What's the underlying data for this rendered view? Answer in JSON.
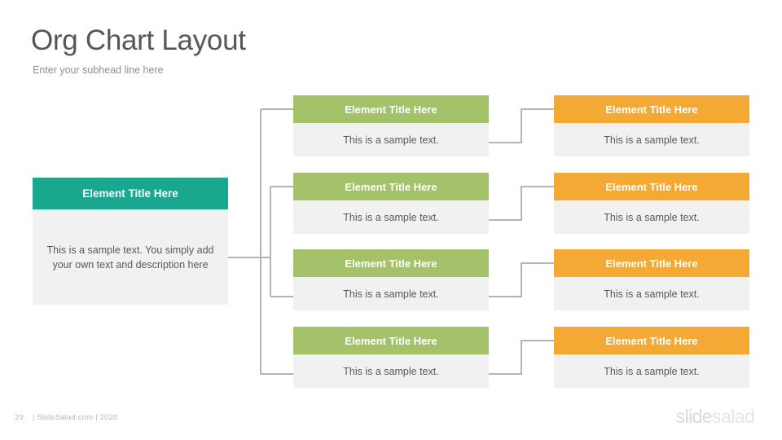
{
  "slide": {
    "title": "Org Chart Layout",
    "subtitle": "Enter your subhead line here"
  },
  "colors": {
    "root_header": "#1aa78f",
    "level1_header": "#a4c269",
    "level2_header": "#f5a935",
    "card_body": "#f1f1f1",
    "connector": "#b3b3b3",
    "title_text": "#575757",
    "subtitle_text": "#8f8f8f",
    "body_text": "#59595a"
  },
  "chart_data": {
    "type": "org-chart",
    "orientation": "horizontal-left-to-right",
    "levels": 3,
    "root": {
      "title": "Element Title Here",
      "text": "This is a sample text. You simply add your own text and description here",
      "accent": "#1aa78f"
    },
    "branches": [
      {
        "level1": {
          "title": "Element Title Here",
          "text": "This is a sample text.",
          "accent": "#a4c269"
        },
        "level2": {
          "title": "Element Title Here",
          "text": "This is a sample text.",
          "accent": "#f5a935"
        }
      },
      {
        "level1": {
          "title": "Element Title Here",
          "text": "This is a sample text.",
          "accent": "#a4c269"
        },
        "level2": {
          "title": "Element Title Here",
          "text": "This is a sample text.",
          "accent": "#f5a935"
        }
      },
      {
        "level1": {
          "title": "Element Title Here",
          "text": "This is a sample text.",
          "accent": "#a4c269"
        },
        "level2": {
          "title": "Element Title Here",
          "text": "This is a sample text.",
          "accent": "#f5a935"
        }
      },
      {
        "level1": {
          "title": "Element Title Here",
          "text": "This is a sample text.",
          "accent": "#a4c269"
        },
        "level2": {
          "title": "Element Title Here",
          "text": "This is a sample text.",
          "accent": "#f5a935"
        }
      }
    ]
  },
  "footer": {
    "page_number": "29",
    "credit": "| SlideSalad.com | 2020",
    "logo_part1": "slide",
    "logo_part2": "salad"
  }
}
